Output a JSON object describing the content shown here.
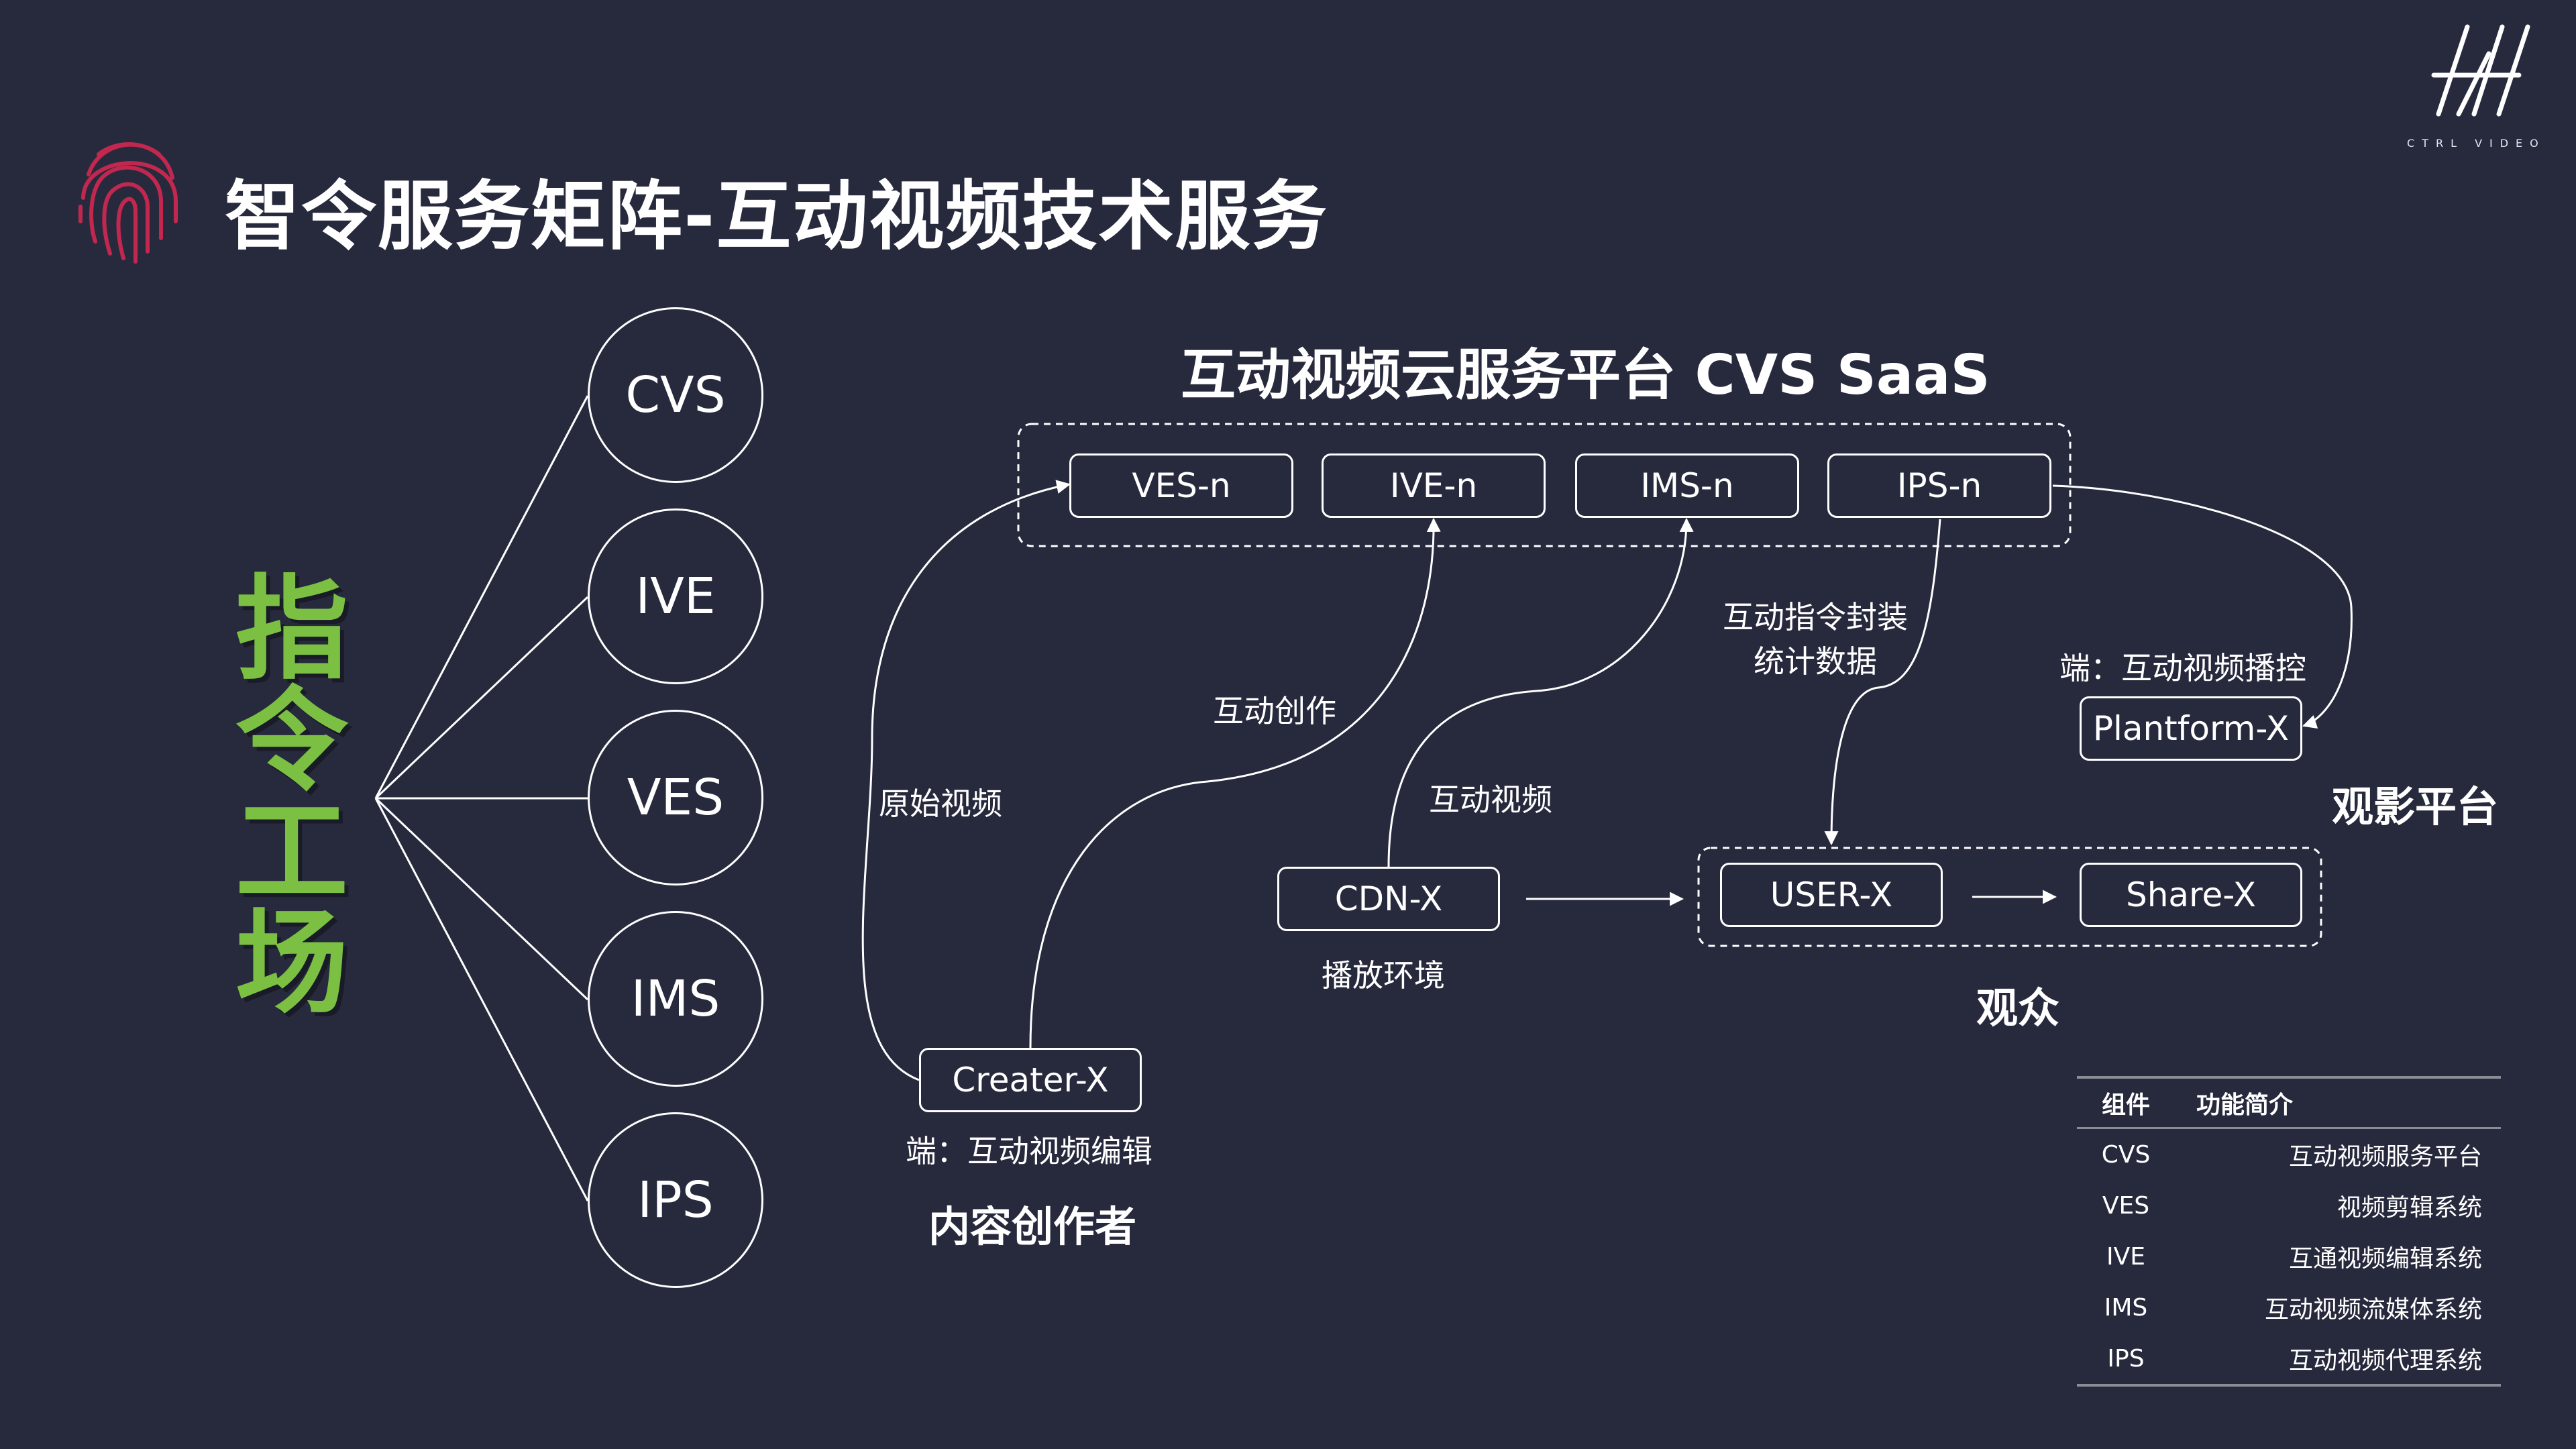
{
  "header": {
    "title": "智令服务矩阵-互动视频技术服务",
    "logo_text": "CTRL VIDEO",
    "fingerprint_icon": "fingerprint-icon",
    "logo_icon": "ctrl-video-logo-icon"
  },
  "workshop": {
    "label_chars": [
      "指",
      "令",
      "工",
      "场"
    ],
    "circles": [
      "CVS",
      "IVE",
      "VES",
      "IMS",
      "IPS"
    ]
  },
  "platform": {
    "title": "互动视频云服务平台 CVS  SaaS",
    "services": [
      "VES-n",
      "IVE-n",
      "IMS-n",
      "IPS-n"
    ]
  },
  "nodes": {
    "creater": "Creater-X",
    "cdn": "CDN-X",
    "user": "USER-X",
    "share": "Share-X",
    "plantform": "Plantform-X"
  },
  "labels": {
    "raw_video": "原始视频",
    "interactive_creation": "互动创作",
    "interactive_video": "互动视频",
    "instruction_wrap_line1": "互动指令封装",
    "instruction_wrap_line2": "统计数据",
    "playback_terminal": "端：互动视频播控",
    "editing_terminal": "端：互动视频编辑",
    "playback_env": "播放环境",
    "video_platform": "观影平台",
    "audience": "观众",
    "content_creator": "内容创作者"
  },
  "table": {
    "headers": [
      "组件",
      "功能简介"
    ],
    "rows": [
      [
        "CVS",
        "互动视频服务平台"
      ],
      [
        "VES",
        "视频剪辑系统"
      ],
      [
        "IVE",
        "互通视频编辑系统"
      ],
      [
        "IMS",
        "互动视频流媒体系统"
      ],
      [
        "IPS",
        "互动视频代理系统"
      ]
    ]
  },
  "colors": {
    "background": "#272a3d",
    "accent_green": "#7bc043",
    "fingerprint": "#c2284f",
    "line": "#ffffff"
  }
}
